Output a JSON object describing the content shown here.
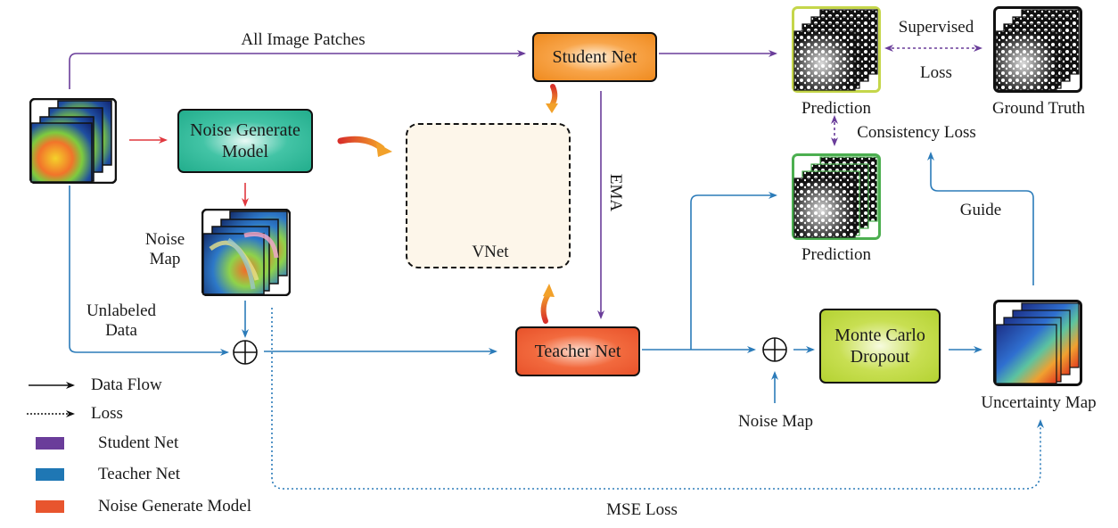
{
  "labels": {
    "all_image_patches": "All Image Patches",
    "student_net": "Student Net",
    "teacher_net": "Teacher Net",
    "noise_generate_model": [
      "Noise Generate",
      "Model"
    ],
    "noise_map_left": [
      "Noise",
      "Map"
    ],
    "unlabeled_data": [
      "Unlabeled",
      "Data"
    ],
    "vnet": "VNet",
    "ema": "EMA",
    "prediction_top": "Prediction",
    "prediction_bottom": "Prediction",
    "ground_truth": "Ground Truth",
    "supervised": "Supervised",
    "supervised_loss": "Loss",
    "consistency_loss": "Consistency Loss",
    "guide": "Guide",
    "monte_carlo_dropout": [
      "Monte Carlo",
      "Dropout"
    ],
    "noise_map_bottom": "Noise Map",
    "uncertainty_map": "Uncertainty Map",
    "mse_loss": "MSE Loss"
  },
  "legend": [
    {
      "kind": "line",
      "label": "Data Flow"
    },
    {
      "kind": "dotted",
      "label": "Loss"
    },
    {
      "kind": "swatch",
      "label": "Student Net",
      "color": "#6a3d9a"
    },
    {
      "kind": "swatch",
      "label": "Teacher Net",
      "color": "#1f77b4"
    },
    {
      "kind": "swatch",
      "label": "Noise Generate Model",
      "color": "#e8552e"
    }
  ],
  "colors": {
    "student": "#6a3d9a",
    "teacher": "#2b7bb9",
    "noise": "#e0383f",
    "pred_top_border": "#c5d64a",
    "pred_bottom_border": "#4caf50"
  }
}
